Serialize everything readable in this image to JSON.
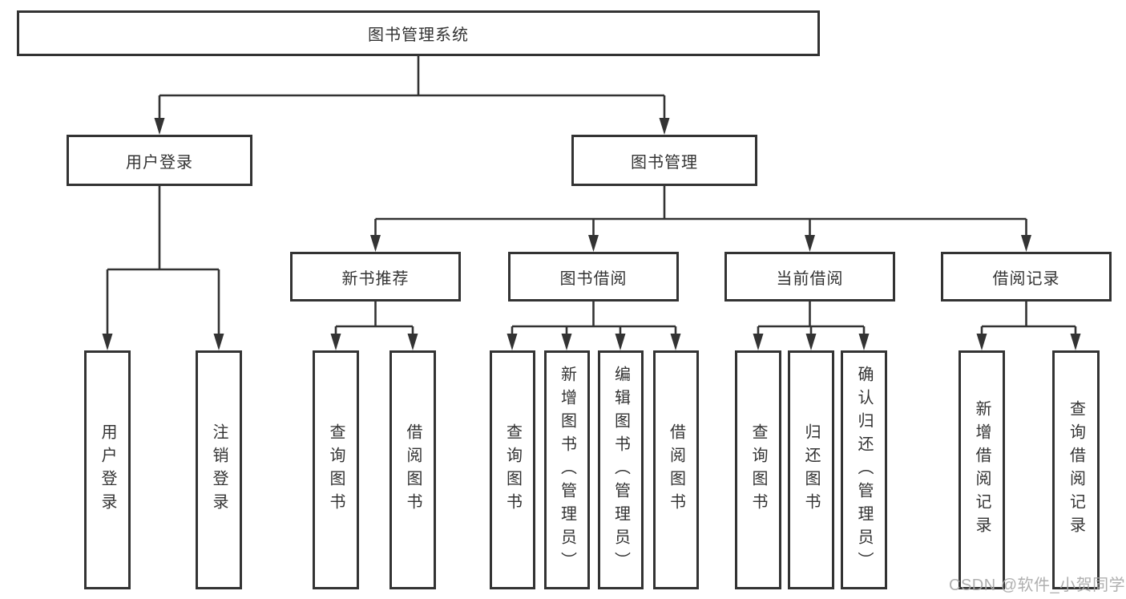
{
  "colors": {
    "line": "#333333",
    "box_border": "#333333",
    "box_fill": "#ffffff",
    "text": "#333333",
    "watermark": "#a8a8a8"
  },
  "tree": {
    "root": "图书管理系统",
    "branches": [
      {
        "label": "用户登录",
        "children": [
          "用户登录",
          "注销登录"
        ]
      },
      {
        "label": "图书管理",
        "children": [
          {
            "label": "新书推荐",
            "children": [
              "查询图书",
              "借阅图书"
            ]
          },
          {
            "label": "图书借阅",
            "children": [
              "查询图书",
              "新增图书（管理员）",
              "编辑图书（管理员）",
              "借阅图书"
            ]
          },
          {
            "label": "当前借阅",
            "children": [
              "查询图书",
              "归还图书",
              "确认归还（管理员）"
            ]
          },
          {
            "label": "借阅记录",
            "children": [
              "新增借阅记录",
              "查询借阅记录"
            ]
          }
        ]
      }
    ]
  },
  "watermark": "CSDN @软件_小贺同学"
}
